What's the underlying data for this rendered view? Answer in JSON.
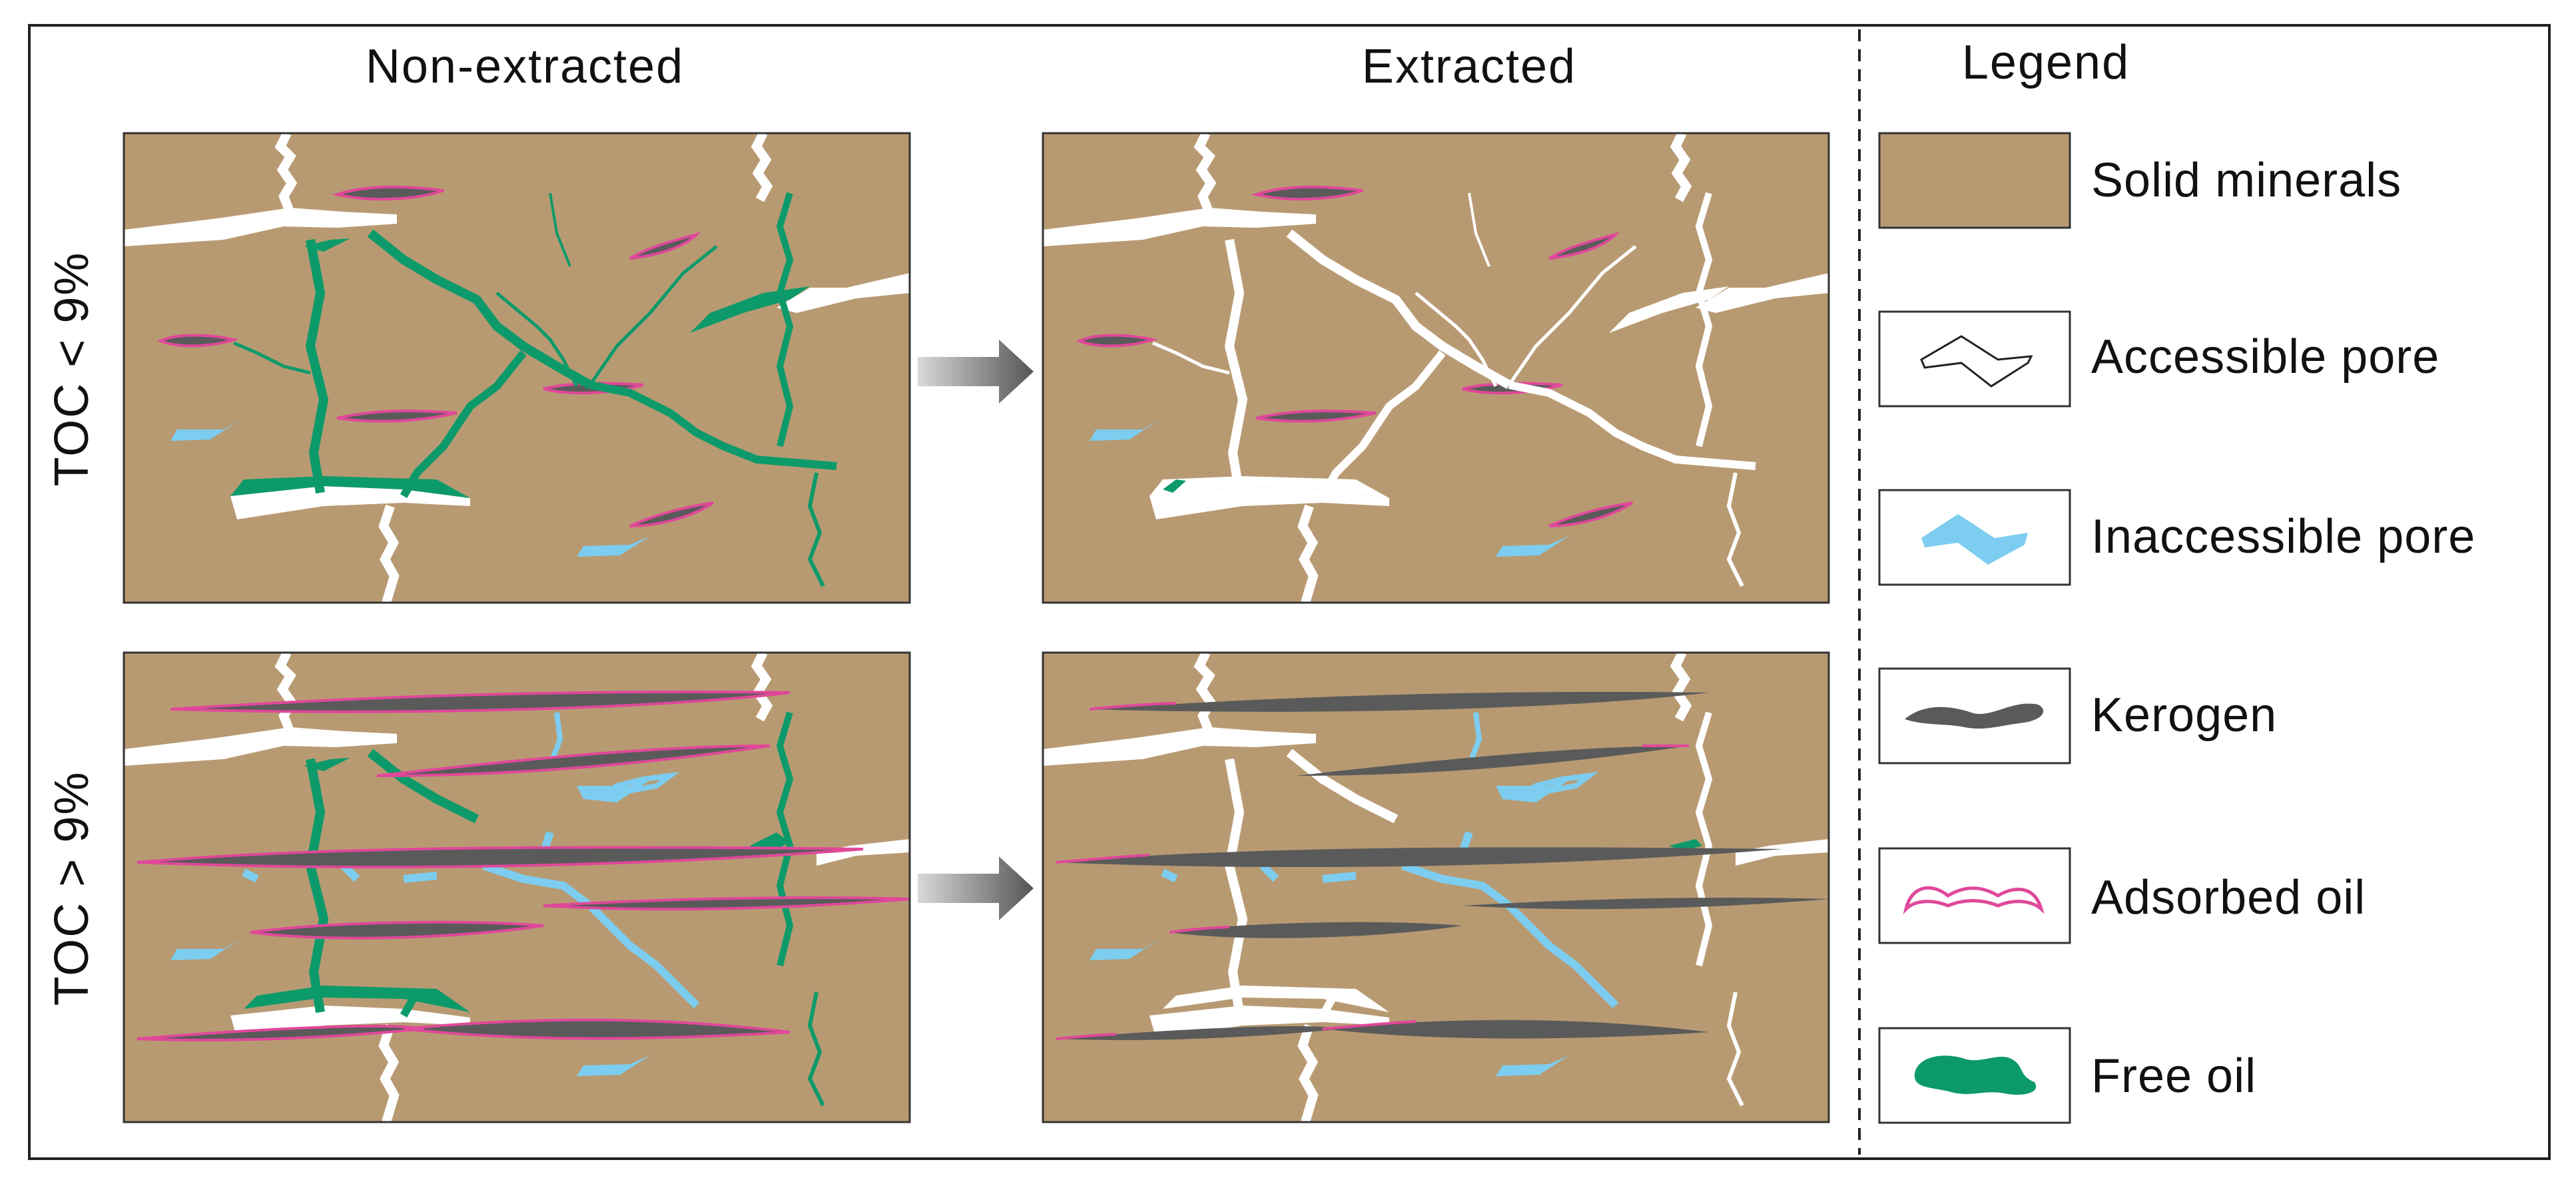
{
  "columns": [
    "Non-extracted",
    "Extracted"
  ],
  "rows": [
    "TOC < 9%",
    "TOC > 9%"
  ],
  "legend": {
    "title": "Legend",
    "items": [
      {
        "label": "Solid minerals",
        "icon": "solid-minerals-swatch"
      },
      {
        "label": "Accessible pore",
        "icon": "accessible-pore-icon"
      },
      {
        "label": "Inaccessible pore",
        "icon": "inaccessible-pore-icon"
      },
      {
        "label": "Kerogen",
        "icon": "kerogen-icon"
      },
      {
        "label": "Adsorbed oil",
        "icon": "adsorbed-oil-icon"
      },
      {
        "label": "Free oil",
        "icon": "free-oil-icon"
      }
    ]
  },
  "colors": {
    "solid_minerals": "#b89a72",
    "accessible_pore": "#ffffff",
    "inaccessible_pore": "#7ccdf0",
    "kerogen": "#5a5a5a",
    "adsorbed_oil": "#e0489a",
    "free_oil": "#0d9a6a",
    "arrow": "#666666"
  }
}
